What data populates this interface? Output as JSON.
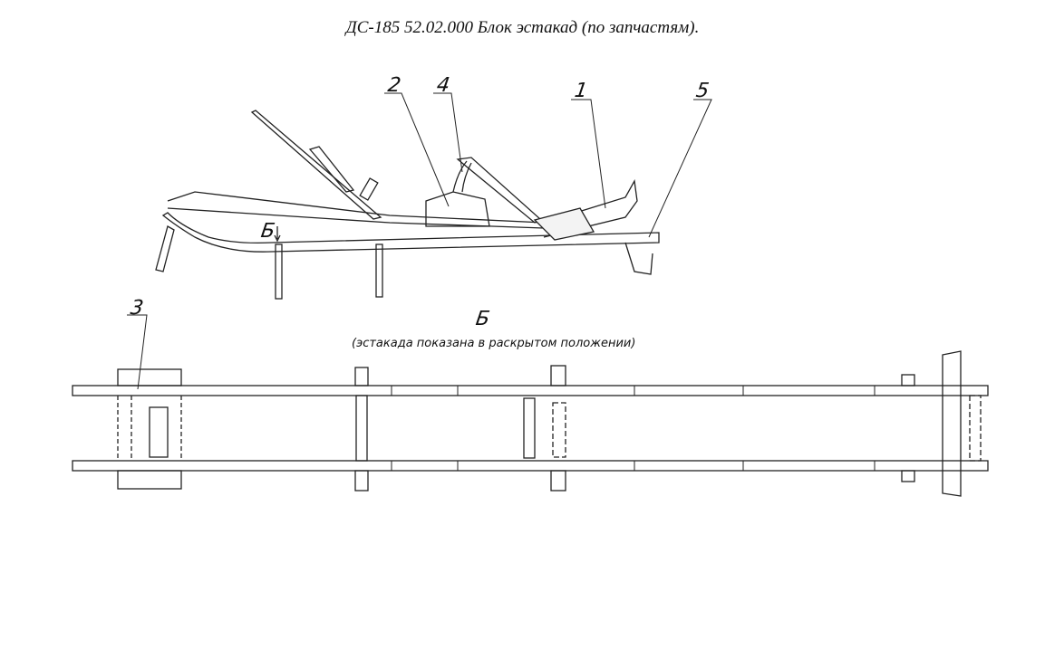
{
  "title": "ДС-185 52.02.000 Блок эстакад (по запчастям).",
  "callouts": {
    "p1": "1",
    "p2": "2",
    "p3": "3",
    "p4": "4",
    "p5": "5"
  },
  "view_marker": "Б",
  "view": {
    "label": "Б",
    "caption": "(эстакада показана в раскрытом положении)"
  }
}
